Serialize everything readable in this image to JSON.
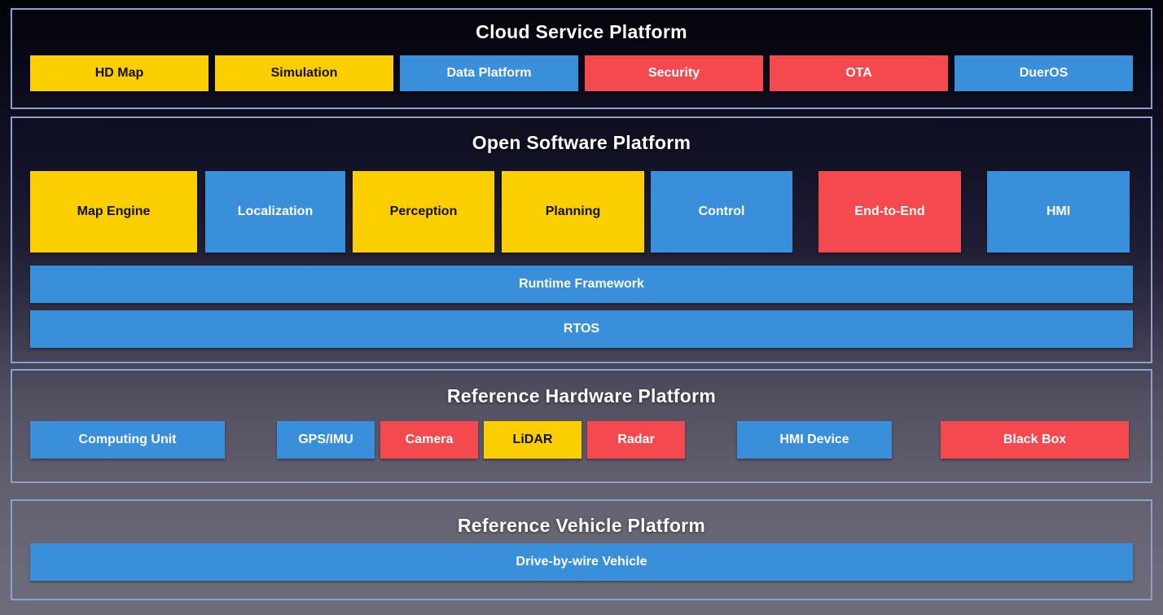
{
  "palette": {
    "yellow": "#FBCE00",
    "blue": "#3A8FDB",
    "red": "#F4494E",
    "dark_text": "#111111",
    "light_text": "#FFFFFF",
    "section_border": "#8CA0CF"
  },
  "sections": [
    {
      "title": "Cloud Service Platform",
      "boxes": [
        {
          "label": "HD Map",
          "color": "yellow"
        },
        {
          "label": "Simulation",
          "color": "yellow"
        },
        {
          "label": "Data Platform",
          "color": "blue"
        },
        {
          "label": "Security",
          "color": "red"
        },
        {
          "label": "OTA",
          "color": "red"
        },
        {
          "label": "DuerOS",
          "color": "blue"
        }
      ]
    },
    {
      "title": "Open Software Platform",
      "boxes": [
        {
          "label": "Map Engine",
          "color": "yellow"
        },
        {
          "label": "Localization",
          "color": "blue"
        },
        {
          "label": "Perception",
          "color": "yellow"
        },
        {
          "label": "Planning",
          "color": "yellow"
        },
        {
          "label": "Control",
          "color": "blue"
        },
        {
          "label": "End-to-End",
          "color": "red"
        },
        {
          "label": "HMI",
          "color": "blue"
        }
      ],
      "bars": [
        {
          "label": "Runtime Framework",
          "color": "blue"
        },
        {
          "label": "RTOS",
          "color": "blue"
        }
      ]
    },
    {
      "title": "Reference Hardware Platform",
      "boxes": [
        {
          "label": "Computing Unit",
          "color": "blue"
        },
        {
          "label": "GPS/IMU",
          "color": "blue"
        },
        {
          "label": "Camera",
          "color": "red"
        },
        {
          "label": "LiDAR",
          "color": "yellow"
        },
        {
          "label": "Radar",
          "color": "red"
        },
        {
          "label": "HMI Device",
          "color": "blue"
        },
        {
          "label": "Black Box",
          "color": "red"
        }
      ]
    },
    {
      "title": "Reference Vehicle Platform",
      "bars": [
        {
          "label": "Drive-by-wire Vehicle",
          "color": "blue"
        }
      ]
    }
  ]
}
